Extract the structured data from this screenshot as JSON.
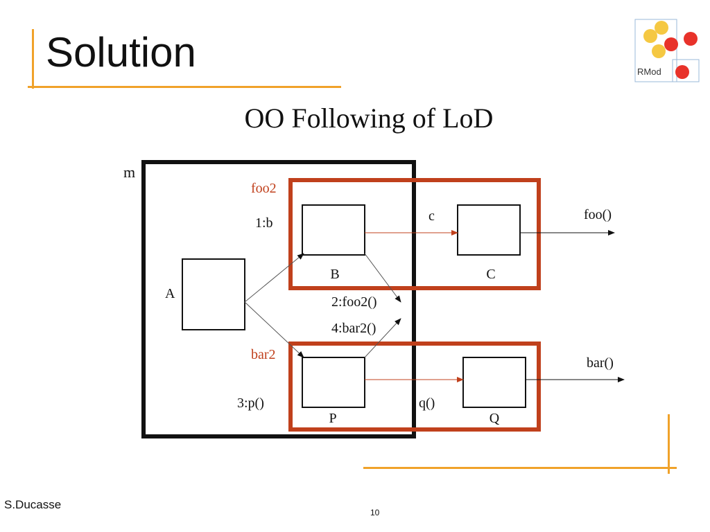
{
  "slide": {
    "title": "Solution",
    "author": "S.Ducasse",
    "page_number": "10",
    "accent_color": "#f0a22a"
  },
  "logo": {
    "text": "RMod",
    "colors": {
      "yellow": "#f5c842",
      "red": "#e8322a",
      "border": "#9ab8d8"
    }
  },
  "diagram": {
    "title": "OO Following of LoD",
    "labels": {
      "m": "m",
      "foo2": "foo2",
      "bar2": "bar2",
      "one_b": "1:b",
      "two_foo2": "2:foo2()",
      "three_p": "3:p()",
      "four_bar2": "4:bar2()",
      "c": "c",
      "q": "q()",
      "foo": "foo()",
      "bar": "bar()"
    },
    "boxes": {
      "a": "A",
      "b": "B",
      "c": "C",
      "p": "P",
      "q": "Q"
    },
    "colors": {
      "highlight": "#c0401c",
      "ink": "#111111"
    }
  }
}
